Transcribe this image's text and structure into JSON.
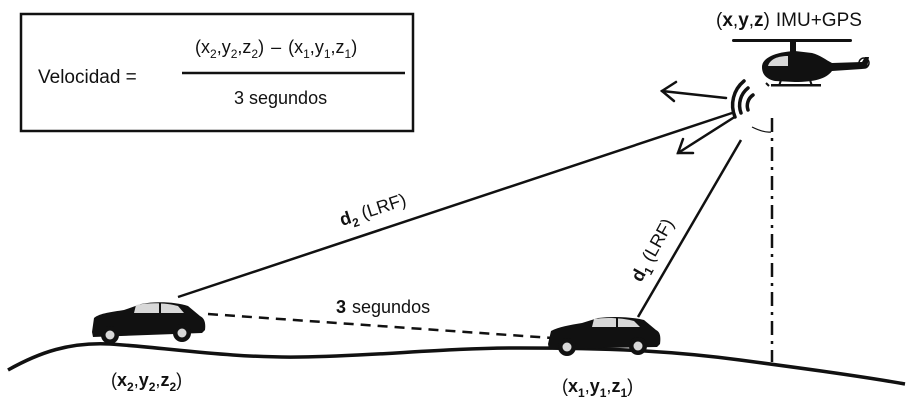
{
  "formula_box": {
    "label": "Velocidad =",
    "numerator": {
      "open": "(",
      "x2": "x",
      "sub2": "2",
      "comma": ",",
      "y2": "y",
      "z2": "z",
      "close": ")",
      "minus": "–",
      "x1": "x",
      "sub1": "1",
      "y1": "y",
      "z1": "z"
    },
    "denominator": "3 segundos"
  },
  "helicopter": {
    "coords": {
      "open": "(",
      "x": "x",
      "comma": ",",
      "y": "y",
      "z": "z",
      "close": ")"
    },
    "sensor_label": "IMU+GPS"
  },
  "distance_labels": {
    "d2": {
      "d": "d",
      "sub": "2",
      "unit": "(LRF)"
    },
    "d1": {
      "d": "d",
      "sub": "1",
      "unit": "(LRF)"
    }
  },
  "time_label": {
    "number": "3",
    "text": "segundos"
  },
  "car_positions": {
    "car2": {
      "open": "(",
      "x": "x",
      "y": "y",
      "z": "z",
      "sub": "2",
      "comma": ",",
      "close": ")"
    },
    "car1": {
      "open": "(",
      "x": "x",
      "y": "y",
      "z": "z",
      "sub": "1",
      "comma": ",",
      "close": ")"
    }
  },
  "colors": {
    "ink": "#111111",
    "background": "#ffffff",
    "glass": "#d8d8d8"
  },
  "icons": [
    "helicopter-icon",
    "car-icon",
    "signal-waves-icon",
    "arrow-icon"
  ]
}
